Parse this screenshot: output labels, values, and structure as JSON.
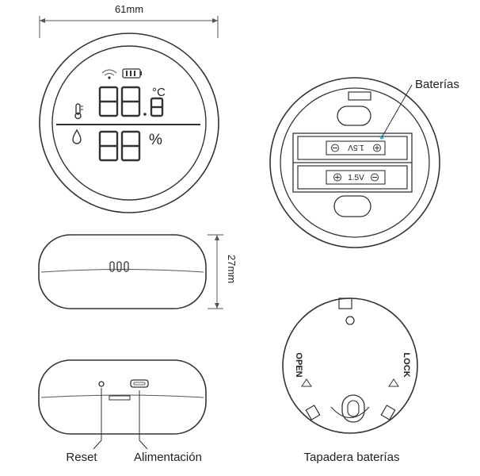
{
  "dimensions": {
    "width": "61mm",
    "height": "27mm"
  },
  "display": {
    "humidity_unit": "%",
    "temperature_unit": "°C"
  },
  "battery_label": "1.5V",
  "cover_markings": {
    "open": "OPEN",
    "lock": "LOCK"
  },
  "labels": {
    "batteries": "Baterías",
    "reset": "Reset",
    "power": "Alimentación",
    "battery_cover": "Tapadera baterías"
  },
  "colors": {
    "outline": "#333333",
    "accent": "#2bb5c8"
  }
}
